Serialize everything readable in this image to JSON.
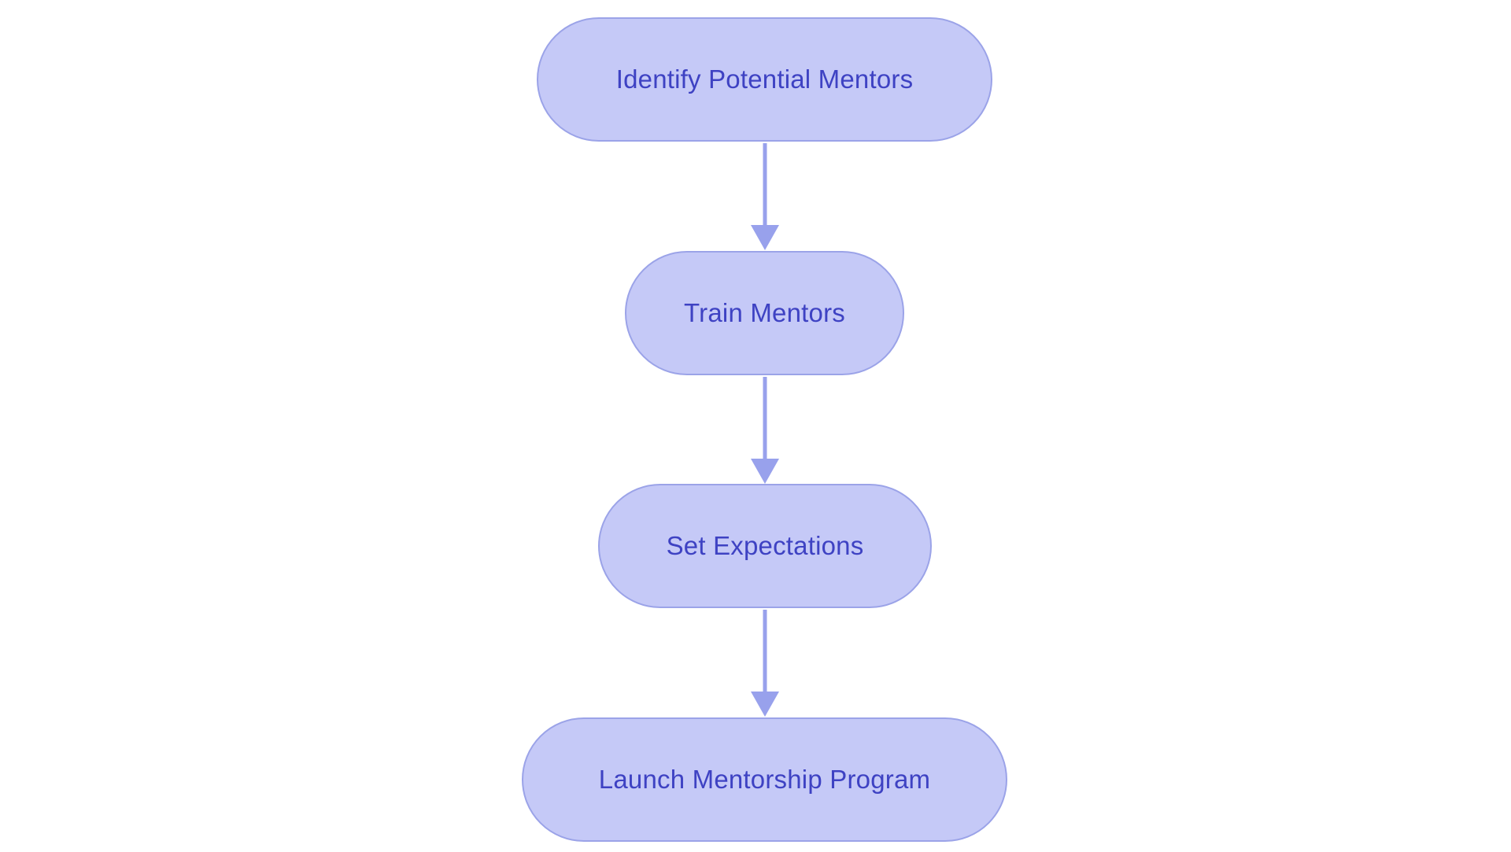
{
  "diagram": {
    "type": "flowchart",
    "direction": "top-down",
    "nodes": [
      {
        "id": "identify-potential-mentors",
        "label": "Identify Potential Mentors"
      },
      {
        "id": "train-mentors",
        "label": "Train Mentors"
      },
      {
        "id": "set-expectations",
        "label": "Set Expectations"
      },
      {
        "id": "launch-mentorship-program",
        "label": "Launch Mentorship Program"
      }
    ],
    "edges": [
      {
        "from": "identify-potential-mentors",
        "to": "train-mentors"
      },
      {
        "from": "train-mentors",
        "to": "set-expectations"
      },
      {
        "from": "set-expectations",
        "to": "launch-mentorship-program"
      }
    ]
  },
  "colors": {
    "background": "#ffffff",
    "node_fill": "#c5c9f7",
    "node_border": "#9ba3e8",
    "node_text": "#3e42c3",
    "arrow": "#98a1ec"
  }
}
